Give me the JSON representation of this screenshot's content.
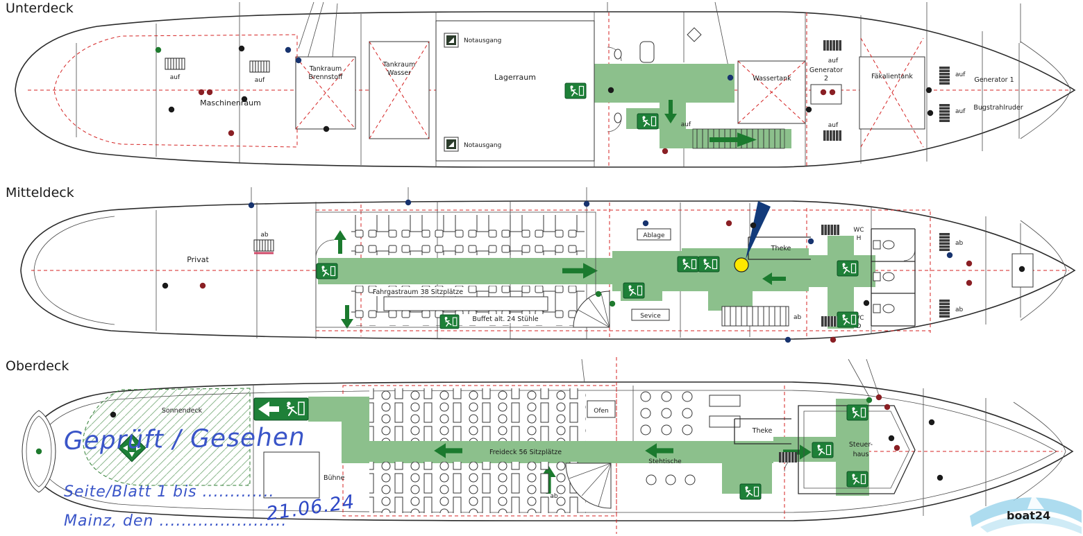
{
  "colors": {
    "route_green": "#8cc08c",
    "sign_green": "#1e8038",
    "arrow_green": "#1b7a2e",
    "plan_red": "#d42222",
    "marker_black": "#1a1a1a",
    "marker_red": "#8a1f24",
    "marker_blue": "#17336e",
    "marker_green": "#1e7a2e",
    "highlight_yellow": "#ffe800",
    "handwriting_blue": "#3a55c8",
    "watermark_blue": "#9fd6ec"
  },
  "unterdeck": {
    "title": "Unterdeck",
    "auf": "auf",
    "maschinenraum": "Maschinenraum",
    "tankraum": "Tankraum",
    "brennstoff": "Brennstoff",
    "wasser": "Wasser",
    "lagerraum": "Lagerraum",
    "notausgang": "Notausgang",
    "wassertank": "Wassertank",
    "generator": "Generator",
    "generator2_nr": "2",
    "faekalientank": "Fäkalientank",
    "generator1": "Generator 1",
    "bugstrahlruder": "Bugstrahlruder"
  },
  "mitteldeck": {
    "title": "Mitteldeck",
    "privat": "Privat",
    "ab": "ab",
    "fahrgastraum": "Fahrgastraum 38 Sitzplätze",
    "buffet": "Buffet alt. 24 Stühle",
    "ablage": "Ablage",
    "theke": "Theke",
    "sevice": "Sevice",
    "wc": "WC",
    "wc_h": "H",
    "wc_d": "D"
  },
  "oberdeck": {
    "title": "Oberdeck",
    "sonnendeck": "Sonnendeck",
    "buehne": "Bühne",
    "freideck": "Freideck 56 Sitzplätze",
    "ofen": "Ofen",
    "theke": "Theke",
    "stehtische": "Stehtische",
    "steuerhaus_line1": "Steuer-",
    "steuerhaus_line2": "haus",
    "ab": "ab"
  },
  "handwriting": {
    "approved": "Geprüft / Gesehen",
    "sheet": "Seite/Blatt 1 bis .............",
    "place": "Mainz, den .......................",
    "date": "21.06.24"
  },
  "watermark": {
    "brand": "boat24"
  }
}
